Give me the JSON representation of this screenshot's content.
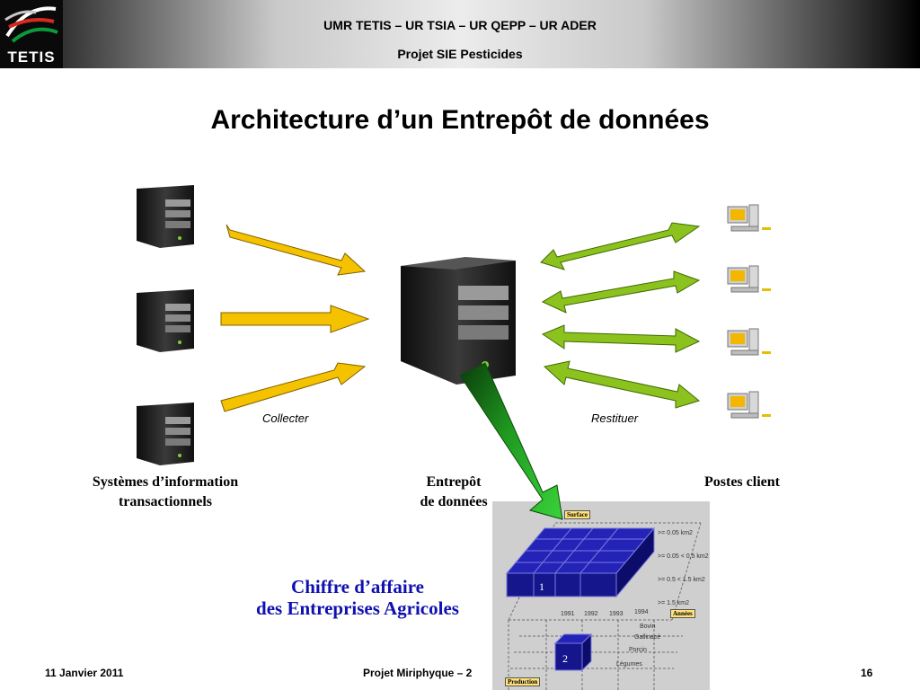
{
  "header": {
    "logo_text": "TETIS",
    "org_title": "UMR TETIS – UR TSIA – UR QEPP – UR ADER",
    "project_title": "Projet SIE Pesticides"
  },
  "page_title": "Architecture d’un Entrepôt de données",
  "diagram": {
    "collect_label": "Collecter",
    "restitute_label": "Restituer",
    "sources_label_1": "Systèmes d’information",
    "sources_label_2": "transactionnels",
    "warehouse_label_1": "Entrepôt",
    "warehouse_label_2": "de données",
    "clients_label": "Postes client"
  },
  "cube": {
    "measure_label_1": "Chiffre d’affaire",
    "measure_label_2": "des Entreprises Agricoles",
    "surface_tag": "Surface",
    "years_tag": "Années",
    "production_tag": "Production",
    "surface_levels": [
      ">= 0.05 km2",
      ">= 0.05 < 0,5 km2",
      ">= 0.5 < 1.5 km2",
      ">= 1.5 km2"
    ],
    "years": [
      "1991",
      "1992",
      "1993",
      "1994"
    ],
    "productions": [
      "Bovin",
      "Gallinacé",
      "Porcin",
      "Légumes"
    ],
    "cell_1": "1",
    "cell_2": "2"
  },
  "footer": {
    "date": "11 Janvier 2011",
    "project": "Projet Miriphyque – 2",
    "page_number": "16"
  },
  "colors": {
    "collect_arrow": "#f5c200",
    "restitute_arrow": "#8cc21e",
    "warehouse_arrow": "#2db82d",
    "measure_text": "#1010b0",
    "cube_cell": "#16168c"
  }
}
